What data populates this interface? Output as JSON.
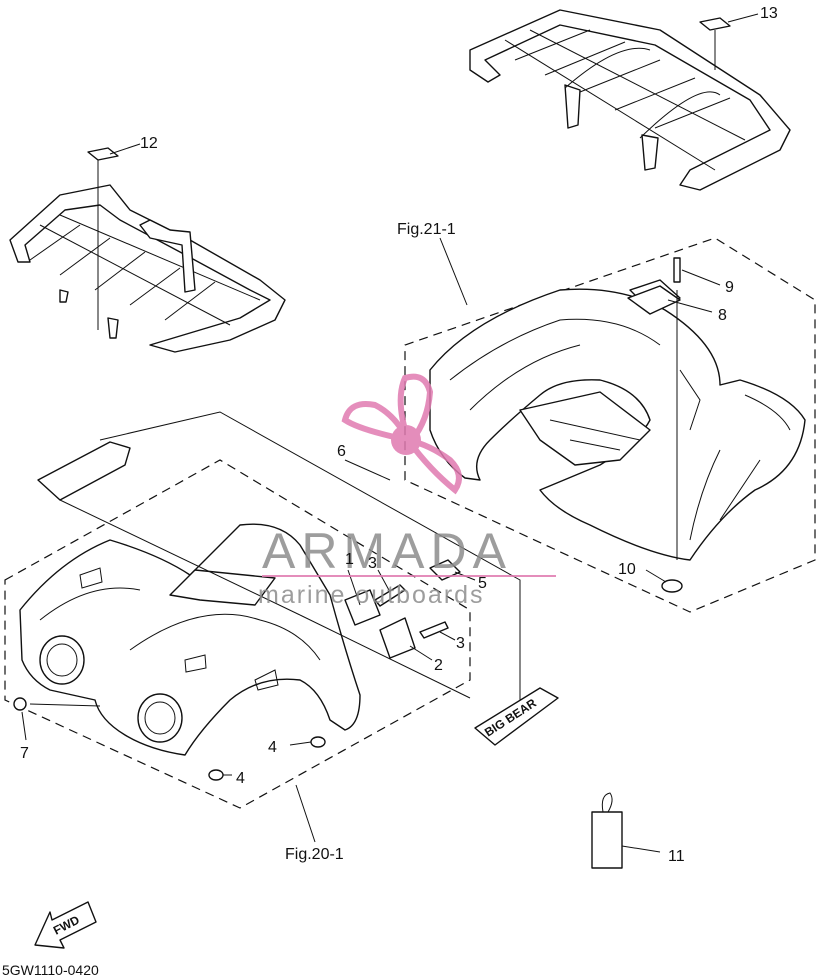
{
  "diagram": {
    "part_numbers": {
      "p1": "1",
      "p2": "2",
      "p3a": "3",
      "p3b": "3",
      "p4a": "4",
      "p4b": "4",
      "p5": "5",
      "p6": "6",
      "p7": "7",
      "p8": "8",
      "p9": "9",
      "p10": "10",
      "p11": "11",
      "p12": "12",
      "p13": "13"
    },
    "figure_refs": {
      "rear": "Fig.21-1",
      "front": "Fig.20-1"
    },
    "fwd_label": "FWD",
    "diagram_code": "5GW1110-0420",
    "emblem_text": "BIG BEAR"
  },
  "watermark": {
    "brand": "ARMADA",
    "tagline": "marine outboards",
    "colors": {
      "text": "#8c8c8c",
      "accent": "#e07ab0"
    }
  }
}
